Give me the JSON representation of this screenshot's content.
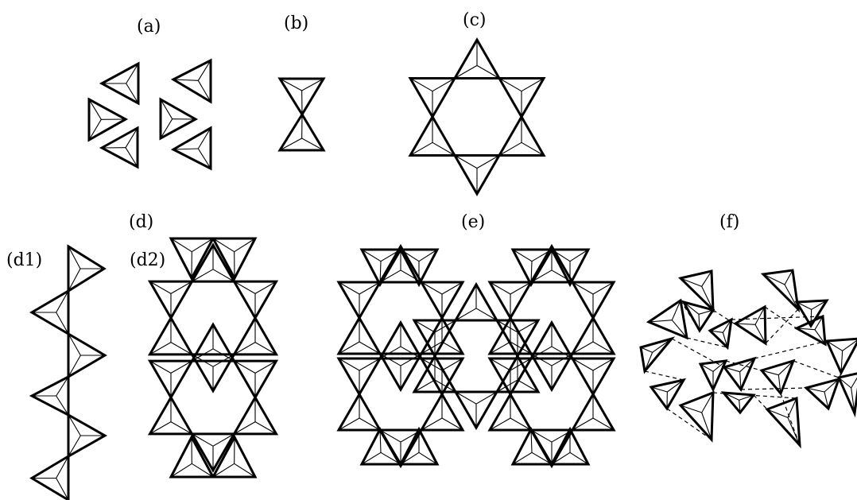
{
  "labels": {
    "a": "(a)",
    "b": "(b)",
    "c": "(c)",
    "d": "(d)",
    "d1": "(d1)",
    "d2": "(d2)",
    "e": "(e)",
    "f": "(f)"
  },
  "colors": {
    "ink": "#000000",
    "background": "#ffffff"
  }
}
